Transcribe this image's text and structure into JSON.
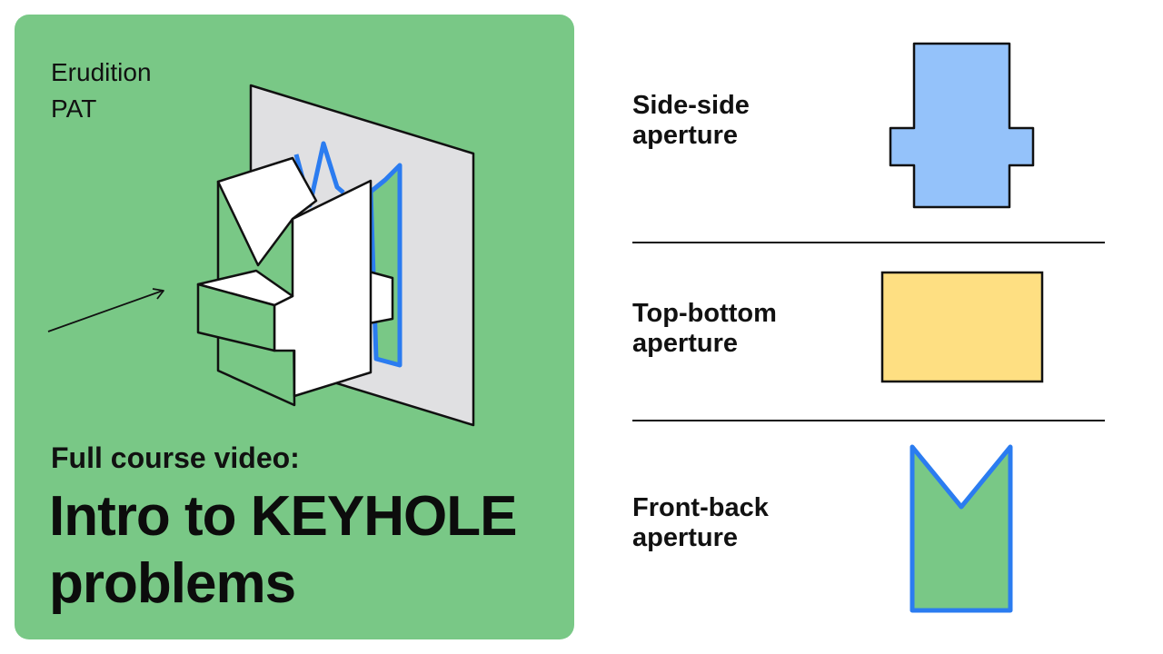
{
  "brand": {
    "line1": "Erudition",
    "line2": "PAT"
  },
  "headline": {
    "subtitle": "Full course video:",
    "title_line1": "Intro to KEYHOLE",
    "title_line2": "problems"
  },
  "apertures": [
    {
      "line1": "Side-side",
      "line2": "aperture",
      "fill": "#94C2FA",
      "stroke": "#111111"
    },
    {
      "line1": "Top-bottom",
      "line2": "aperture",
      "fill": "#FEDF82",
      "stroke": "#111111"
    },
    {
      "line1": "Front-back",
      "line2": "aperture",
      "fill": "#79C886",
      "stroke": "#2B7CF0"
    }
  ],
  "colors": {
    "card": "#79C886",
    "wall": "#E0E0E2",
    "blue_outline": "#2B7CF0",
    "ink": "#111111"
  }
}
